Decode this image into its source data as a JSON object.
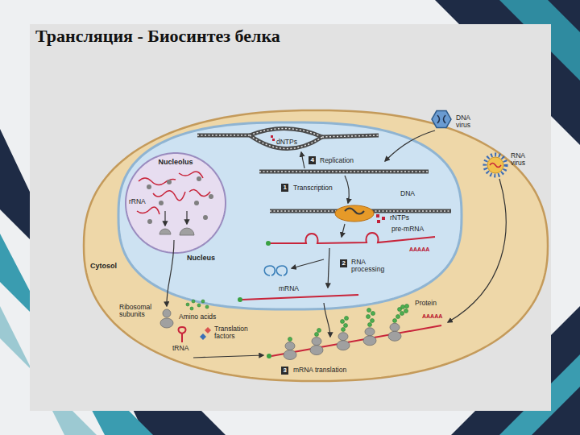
{
  "diagram": {
    "title": "Трансляция - Биосинтез белка",
    "nodes": [
      {
        "text": [
          "Cytosol"
        ]
      },
      {
        "text": [
          "Nucleus"
        ],
        "in": 0
      },
      {
        "text": [
          "Nucleolus",
          "rRNA"
        ],
        "in": 1
      }
    ],
    "labels": [
      "dNTPs",
      "4",
      "Replication",
      "1",
      "Transcription",
      "DNA",
      "rNTPs",
      "pre-mRNA",
      "AAAAA",
      "2",
      "RNA processing",
      "mRNA",
      "DNA virus",
      "RNA virus",
      "Ribosomal subunits",
      "Amino acids",
      "Translation factors",
      "tRNA",
      "Protein",
      "AAAAA",
      "3",
      "mRNA translation"
    ]
  }
}
